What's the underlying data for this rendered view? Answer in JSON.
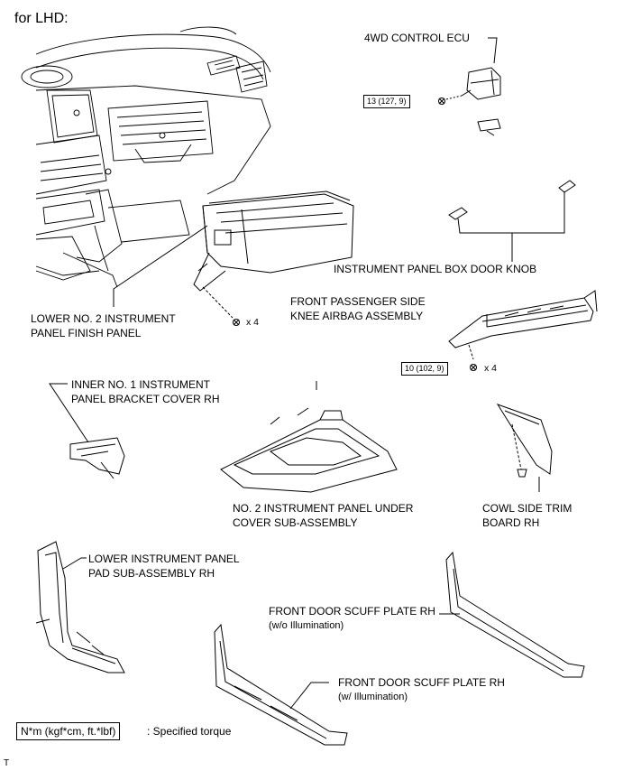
{
  "header": {
    "title": "for LHD:"
  },
  "parts": {
    "ecu": "4WD CONTROL ECU",
    "box_door_knob": "INSTRUMENT PANEL BOX DOOR KNOB",
    "lower_no2_finish_panel": [
      "LOWER NO. 2 INSTRUMENT",
      "PANEL FINISH PANEL"
    ],
    "knee_airbag": [
      "FRONT PASSENGER SIDE",
      "KNEE AIRBAG ASSEMBLY"
    ],
    "inner_bracket_cover": [
      "INNER NO. 1 INSTRUMENT",
      "PANEL BRACKET COVER RH"
    ],
    "under_cover": [
      "NO. 2 INSTRUMENT PANEL UNDER",
      "COVER SUB-ASSEMBLY"
    ],
    "cowl_side_trim": [
      "COWL SIDE TRIM",
      "BOARD RH"
    ],
    "lower_pad": [
      "LOWER INSTRUMENT PANEL",
      "PAD SUB-ASSEMBLY RH"
    ],
    "scuff_wo": [
      "FRONT DOOR SCUFF PLATE RH",
      "(w/o Illumination)"
    ],
    "scuff_w": [
      "FRONT DOOR SCUFF PLATE RH",
      "(w/ Illumination)"
    ]
  },
  "torques": {
    "ecu_bolt": "13 (127, 9)",
    "airbag_bolt": "10 (102, 9)"
  },
  "quantities": {
    "finish_panel_screws": "x 4",
    "airbag_bolts": "x 4"
  },
  "legend": {
    "unit": "N*m (kgf*cm, ft.*lbf)",
    "description": ": Specified torque"
  },
  "footer": {
    "code": "T"
  }
}
